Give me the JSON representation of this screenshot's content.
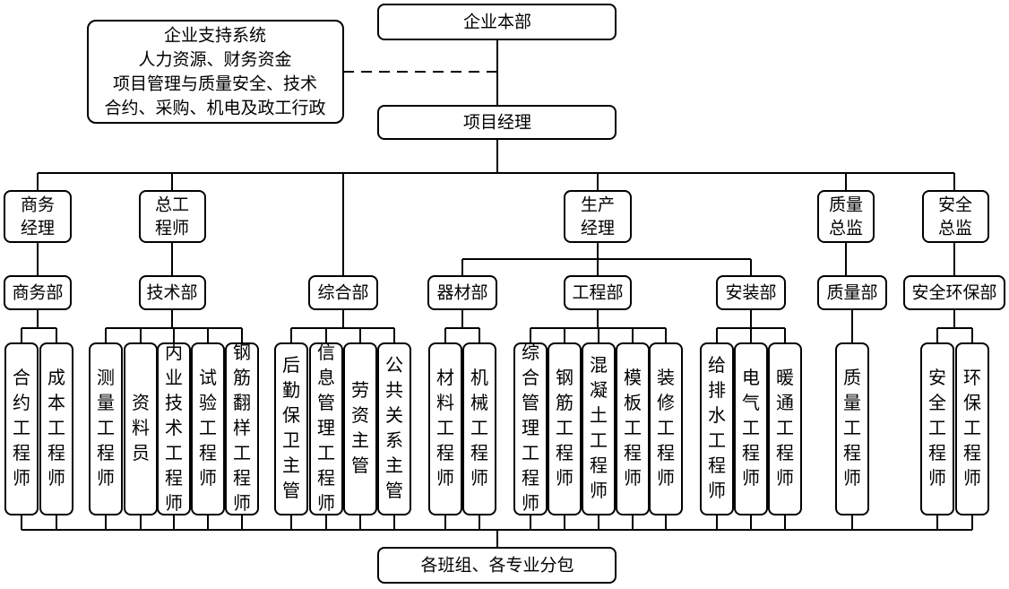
{
  "top": {
    "hq": "企业本部",
    "pm": "项目经理",
    "bottom": "各班组、各专业分包",
    "support": [
      "企业支持系统",
      "人力资源、财务资金",
      "项目管理与质量安全、技术",
      "合约、采购、机电及政工行政"
    ]
  },
  "managers": {
    "commerce": [
      "商务",
      "经理"
    ],
    "chief_engineer": [
      "总工",
      "程师"
    ],
    "production": [
      "生产",
      "经理"
    ],
    "quality": [
      "质量",
      "总监"
    ],
    "safety": [
      "安全",
      "总监"
    ]
  },
  "departments": {
    "commerce": "商务部",
    "tech": "技术部",
    "general": "综合部",
    "equipment": "器材部",
    "engineering": "工程部",
    "install": "安装部",
    "quality": "质量部",
    "safety_env": "安全环保部"
  },
  "roles": {
    "contract_engineer": "合约工程师",
    "cost_engineer": "成本工程师",
    "survey_engineer": "测量工程师",
    "documentation": "资料员",
    "office_tech_engineer": "内业技术工程师",
    "test_engineer": "试验工程师",
    "rebar_detail_engineer": "钢筋翻样工程师",
    "logistics_supervisor": "后勤保卫主管",
    "info_mgmt_engineer": "信息管理工程师",
    "labor_supervisor": "劳资主管",
    "pr_supervisor": "公共关系主管",
    "material_engineer": "材料工程师",
    "machinery_engineer": "机械工程师",
    "general_mgmt_engineer": "综合管理工程师",
    "rebar_engineer": "钢筋工程师",
    "concrete_engineer": "混凝土工程师",
    "formwork_engineer": "模板工程师",
    "decoration_engineer": "装修工程师",
    "plumbing_engineer": "给排水工程师",
    "electrical_engineer": "电气工程师",
    "hvac_engineer": "暖通工程师",
    "quality_engineer": "质量工程师",
    "safety_engineer": "安全工程师",
    "env_engineer": "环保工程师"
  }
}
